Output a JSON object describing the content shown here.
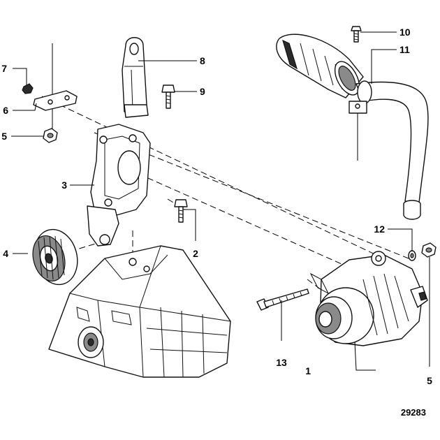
{
  "figure_number": "29283",
  "callouts": [
    {
      "id": "1",
      "label": "1"
    },
    {
      "id": "2",
      "label": "2"
    },
    {
      "id": "3",
      "label": "3"
    },
    {
      "id": "4",
      "label": "4"
    },
    {
      "id": "5a",
      "label": "5"
    },
    {
      "id": "5b",
      "label": "5"
    },
    {
      "id": "6",
      "label": "6"
    },
    {
      "id": "7",
      "label": "7"
    },
    {
      "id": "8",
      "label": "8"
    },
    {
      "id": "9",
      "label": "9"
    },
    {
      "id": "10",
      "label": "10"
    },
    {
      "id": "11",
      "label": "11"
    },
    {
      "id": "12",
      "label": "12"
    },
    {
      "id": "13",
      "label": "13"
    }
  ]
}
